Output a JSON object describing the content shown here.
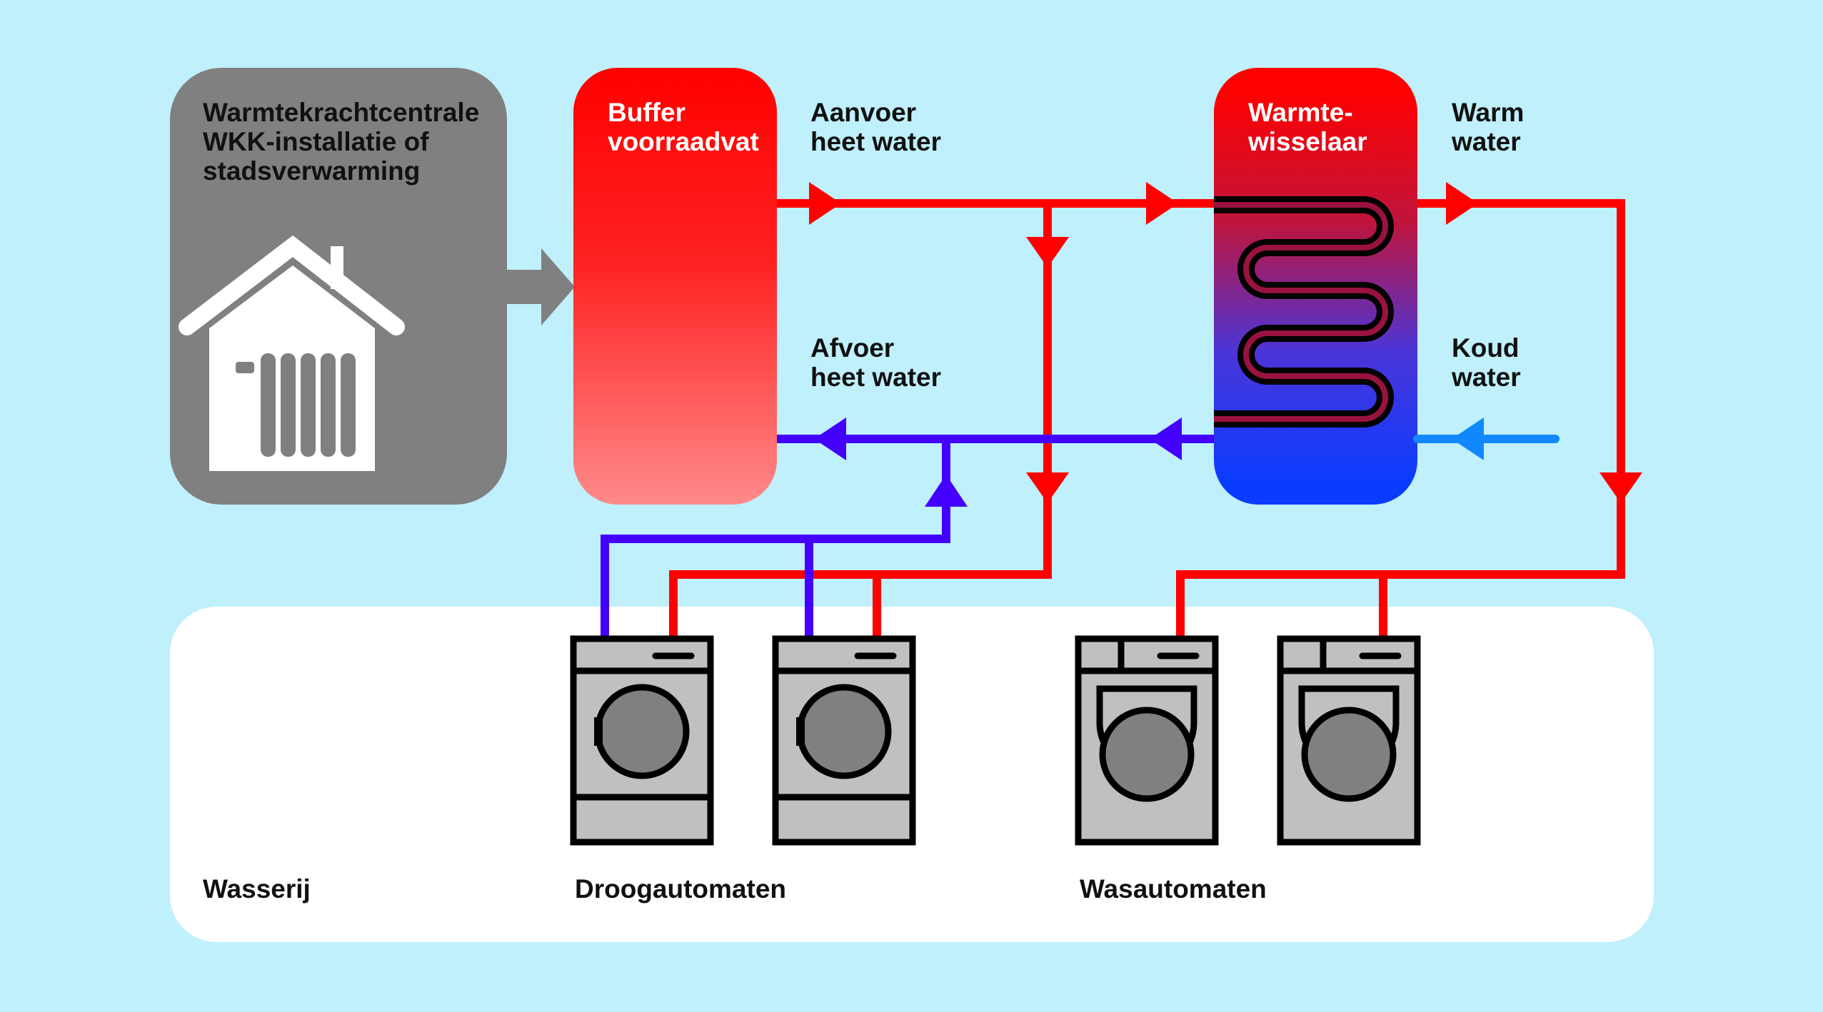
{
  "labels": {
    "source_line1": "Warmtekrachtcentrale",
    "source_line2": "WKK-installatie of",
    "source_line3": "stadsverwarming",
    "buffer_line1": "Buffer",
    "buffer_line2": "voorraadvat",
    "supply_line1": "Aanvoer",
    "supply_line2": "heet water",
    "return_line1": "Afvoer",
    "return_line2": "heet water",
    "exchanger_line1": "Warmte-",
    "exchanger_line2": "wisselaar",
    "warm_line1": "Warm",
    "warm_line2": "water",
    "cold_line1": "Koud",
    "cold_line2": "water",
    "laundry": "Wasserij",
    "dryers": "Droogautomaten",
    "washers": "Wasautomaten"
  },
  "colors": {
    "background": "#bff0fb",
    "panel": "#ffffff",
    "source_box": "#808080",
    "hot_pipe": "#ff0000",
    "return_pipe": "#4400ff",
    "cold_pipe": "#1188ff",
    "machine_body": "#c0c0c0",
    "machine_drum": "#808080",
    "text": "#111111"
  }
}
